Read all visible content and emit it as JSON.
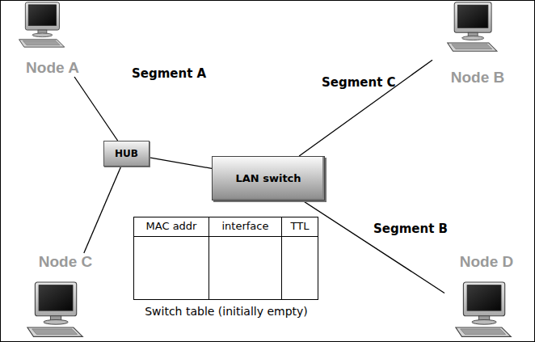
{
  "diagram": {
    "nodes": [
      {
        "text": [
          "Node A"
        ]
      },
      {
        "text": [
          "Node B"
        ]
      },
      {
        "text": [
          "HUB"
        ]
      },
      {
        "text": [
          "LAN switch"
        ]
      },
      {
        "text": [
          "Node C"
        ]
      },
      {
        "text": [
          "Node D"
        ]
      }
    ],
    "edges": [
      {
        "from": 0,
        "to": 2,
        "arrow": "none"
      },
      {
        "from": 2,
        "to": 3,
        "arrow": "none"
      },
      {
        "from": 3,
        "to": 1,
        "arrow": "none"
      },
      {
        "from": 2,
        "to": 4,
        "arrow": "none"
      },
      {
        "from": 3,
        "to": 5,
        "arrow": "none"
      }
    ],
    "labels": [
      "Segment A",
      "Segment C",
      "Segment B",
      "MAC addr",
      "interface",
      "TTL",
      "Switch table (initially empty)"
    ]
  }
}
